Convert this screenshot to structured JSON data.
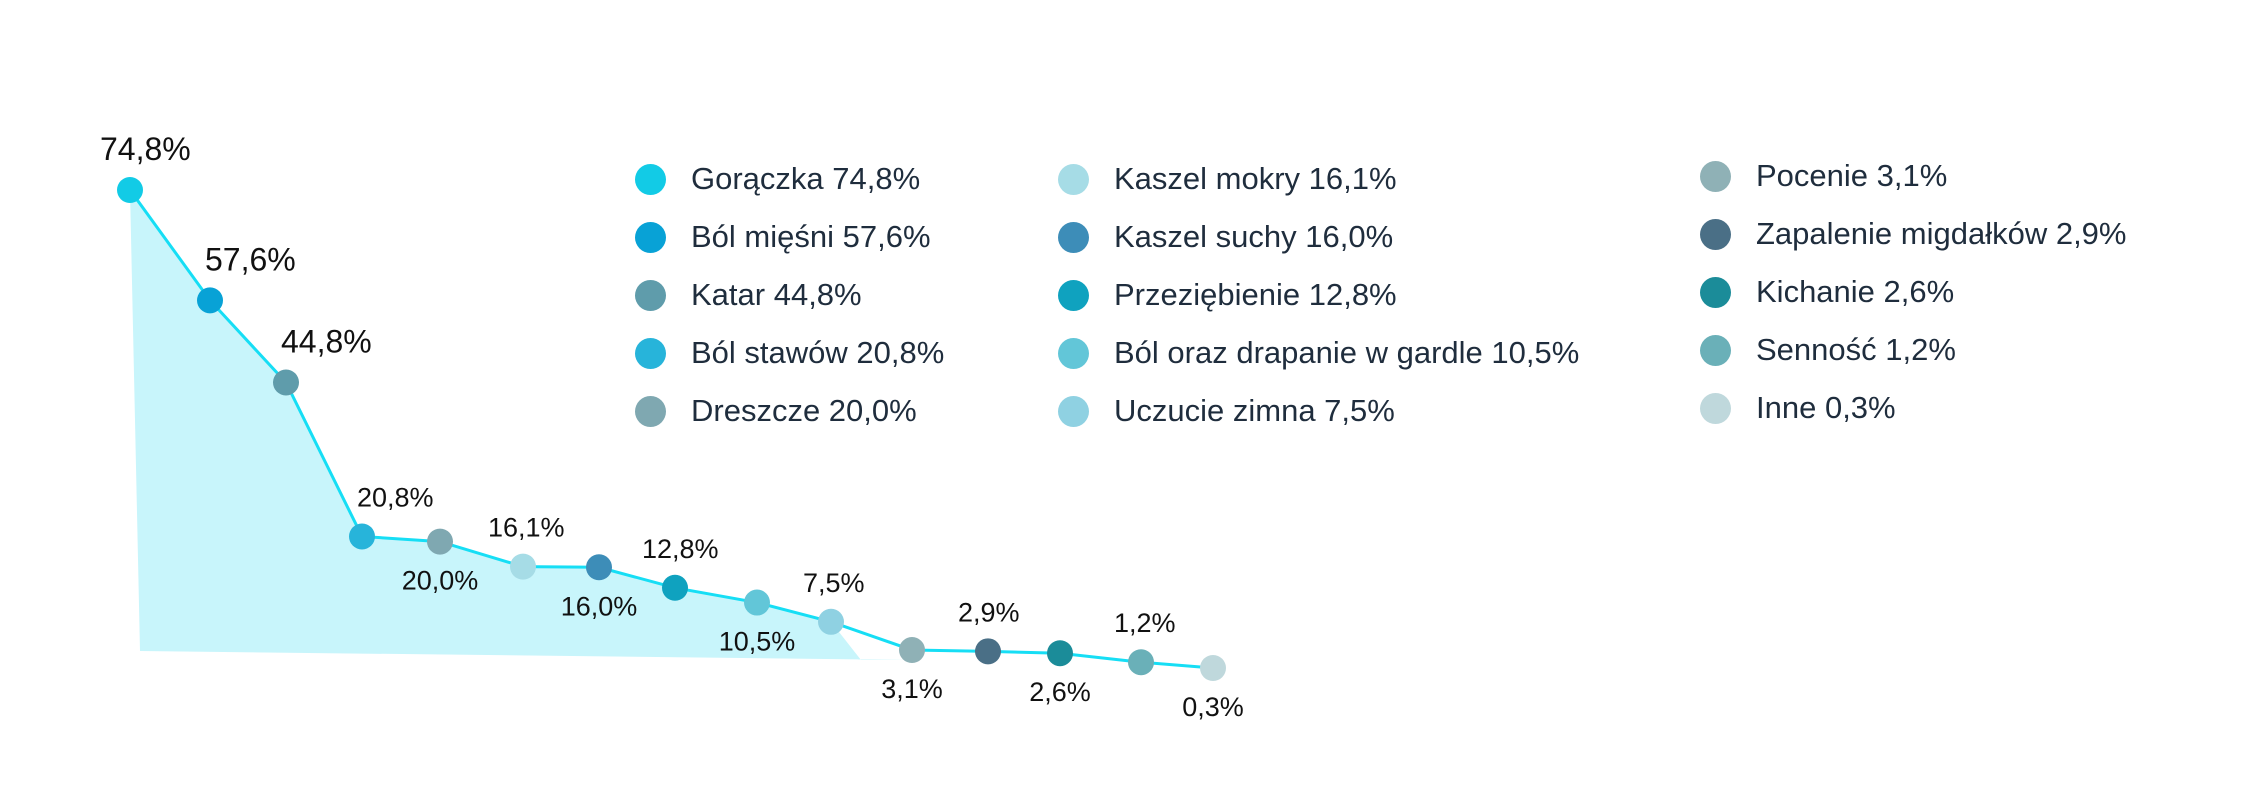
{
  "chart_data": {
    "type": "line",
    "title": "",
    "xlabel": "",
    "ylabel": "",
    "ylim": [
      0,
      80
    ],
    "grid": false,
    "area_fill": "#c8f5fb",
    "line_color": "#16def5",
    "points": [
      {
        "name": "Gorączka",
        "value": 74.8,
        "label": "74,8%",
        "legend": "Gorączka 74,8%",
        "color": "#12cbe6",
        "label_pos": "above"
      },
      {
        "name": "Ból mięśni",
        "value": 57.6,
        "label": "57,6%",
        "legend": "Ból mięśni 57,6%",
        "color": "#08a2d6",
        "label_pos": "above"
      },
      {
        "name": "Katar",
        "value": 44.8,
        "label": "44,8%",
        "legend": "Katar 44,8%",
        "color": "#5f9cab",
        "label_pos": "above"
      },
      {
        "name": "Ból stawów",
        "value": 20.8,
        "label": "20,8%",
        "legend": "Ból stawów 20,8%",
        "color": "#27b4da",
        "label_pos": "above"
      },
      {
        "name": "Dreszcze",
        "value": 20.0,
        "label": "20,0%",
        "legend": "Dreszcze 20,0%",
        "color": "#7fa8b1",
        "label_pos": "below"
      },
      {
        "name": "Kaszel mokry",
        "value": 16.1,
        "label": "16,1%",
        "legend": "Kaszel mokry 16,1%",
        "color": "#a6dce6",
        "label_pos": "above"
      },
      {
        "name": "Kaszel suchy",
        "value": 16.0,
        "label": "16,0%",
        "legend": "Kaszel suchy 16,0%",
        "color": "#3d8db8",
        "label_pos": "below"
      },
      {
        "name": "Przeziębienie",
        "value": 12.8,
        "label": "12,8%",
        "legend": "Przeziębienie 12,8%",
        "color": "#0fa2bf",
        "label_pos": "above"
      },
      {
        "name": "Ból oraz drapanie w gardle",
        "value": 10.5,
        "label": "10,5%",
        "legend": "Ból oraz drapanie w gardle 10,5%",
        "color": "#62c6d8",
        "label_pos": "below"
      },
      {
        "name": "Uczucie zimna",
        "value": 7.5,
        "label": "7,5%",
        "legend": "Uczucie zimna 7,5%",
        "color": "#8fd1e2",
        "label_pos": "above"
      },
      {
        "name": "Pocenie",
        "value": 3.1,
        "label": "3,1%",
        "legend": "Pocenie 3,1%",
        "color": "#8fb1b6",
        "label_pos": "below"
      },
      {
        "name": "Zapalenie migdałków",
        "value": 2.9,
        "label": "2,9%",
        "legend": "Zapalenie migdałków 2,9%",
        "color": "#4a6f86",
        "label_pos": "above"
      },
      {
        "name": "Kichanie",
        "value": 2.6,
        "label": "2,6%",
        "legend": "Kichanie 2,6%",
        "color": "#1b8c99",
        "label_pos": "below"
      },
      {
        "name": "Senność",
        "value": 1.2,
        "label": "1,2%",
        "legend": "Senność 1,2%",
        "color": "#6ab0b8",
        "label_pos": "above"
      },
      {
        "name": "Inne",
        "value": 0.3,
        "label": "0,3%",
        "legend": "Inne 0,3%",
        "color": "#bfd8dc",
        "label_pos": "below"
      }
    ]
  }
}
